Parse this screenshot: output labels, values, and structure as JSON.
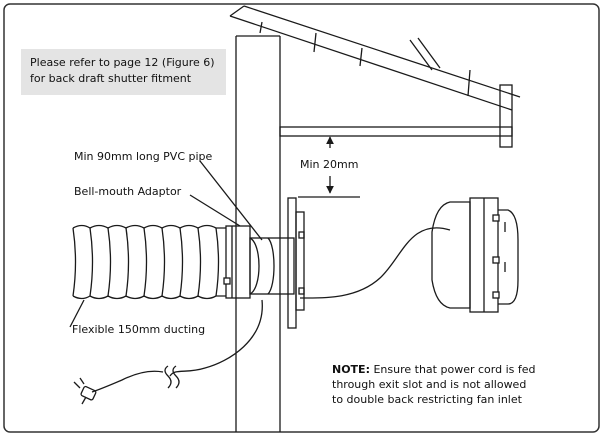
{
  "reference_note": {
    "line1": "Please refer to page 12 (Figure 6)",
    "line2": "for back draft shutter fitment"
  },
  "labels": {
    "pvc_pipe": "Min 90mm long PVC pipe",
    "bell_mouth": "Bell-mouth Adaptor",
    "ducting": "Flexible 150mm ducting",
    "clearance": "Min 20mm"
  },
  "note": {
    "prefix": "NOTE:",
    "line1": " Ensure that power cord is fed",
    "line2": "through exit slot and is not allowed",
    "line3": "to double back restricting fan inlet"
  },
  "colors": {
    "line": "#1a1a1a",
    "refbox_bg": "#e4e4e4",
    "frame": "#333333"
  },
  "icons": [
    "power-plug-icon"
  ]
}
